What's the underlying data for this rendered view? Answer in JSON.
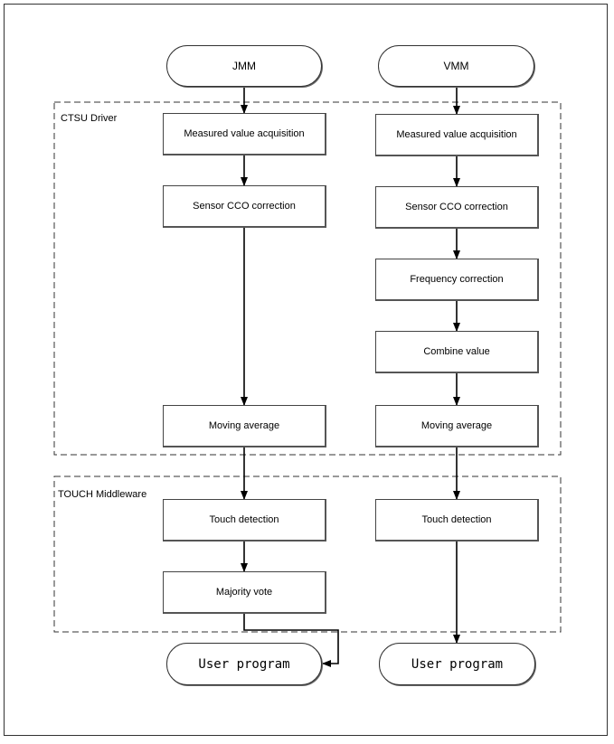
{
  "groups": {
    "driver": "CTSU Driver",
    "middleware": "TOUCH Middleware"
  },
  "left": {
    "start": "JMM",
    "steps": [
      "Measured value acquisition",
      "Sensor CCO correction",
      "Moving average",
      "Touch detection",
      "Majority vote"
    ],
    "end": "User program"
  },
  "right": {
    "start": "VMM",
    "steps": [
      "Measured value acquisition",
      "Sensor CCO correction",
      "Frequency correction",
      "Combine value",
      "Moving average",
      "Touch detection"
    ],
    "end": "User program"
  }
}
